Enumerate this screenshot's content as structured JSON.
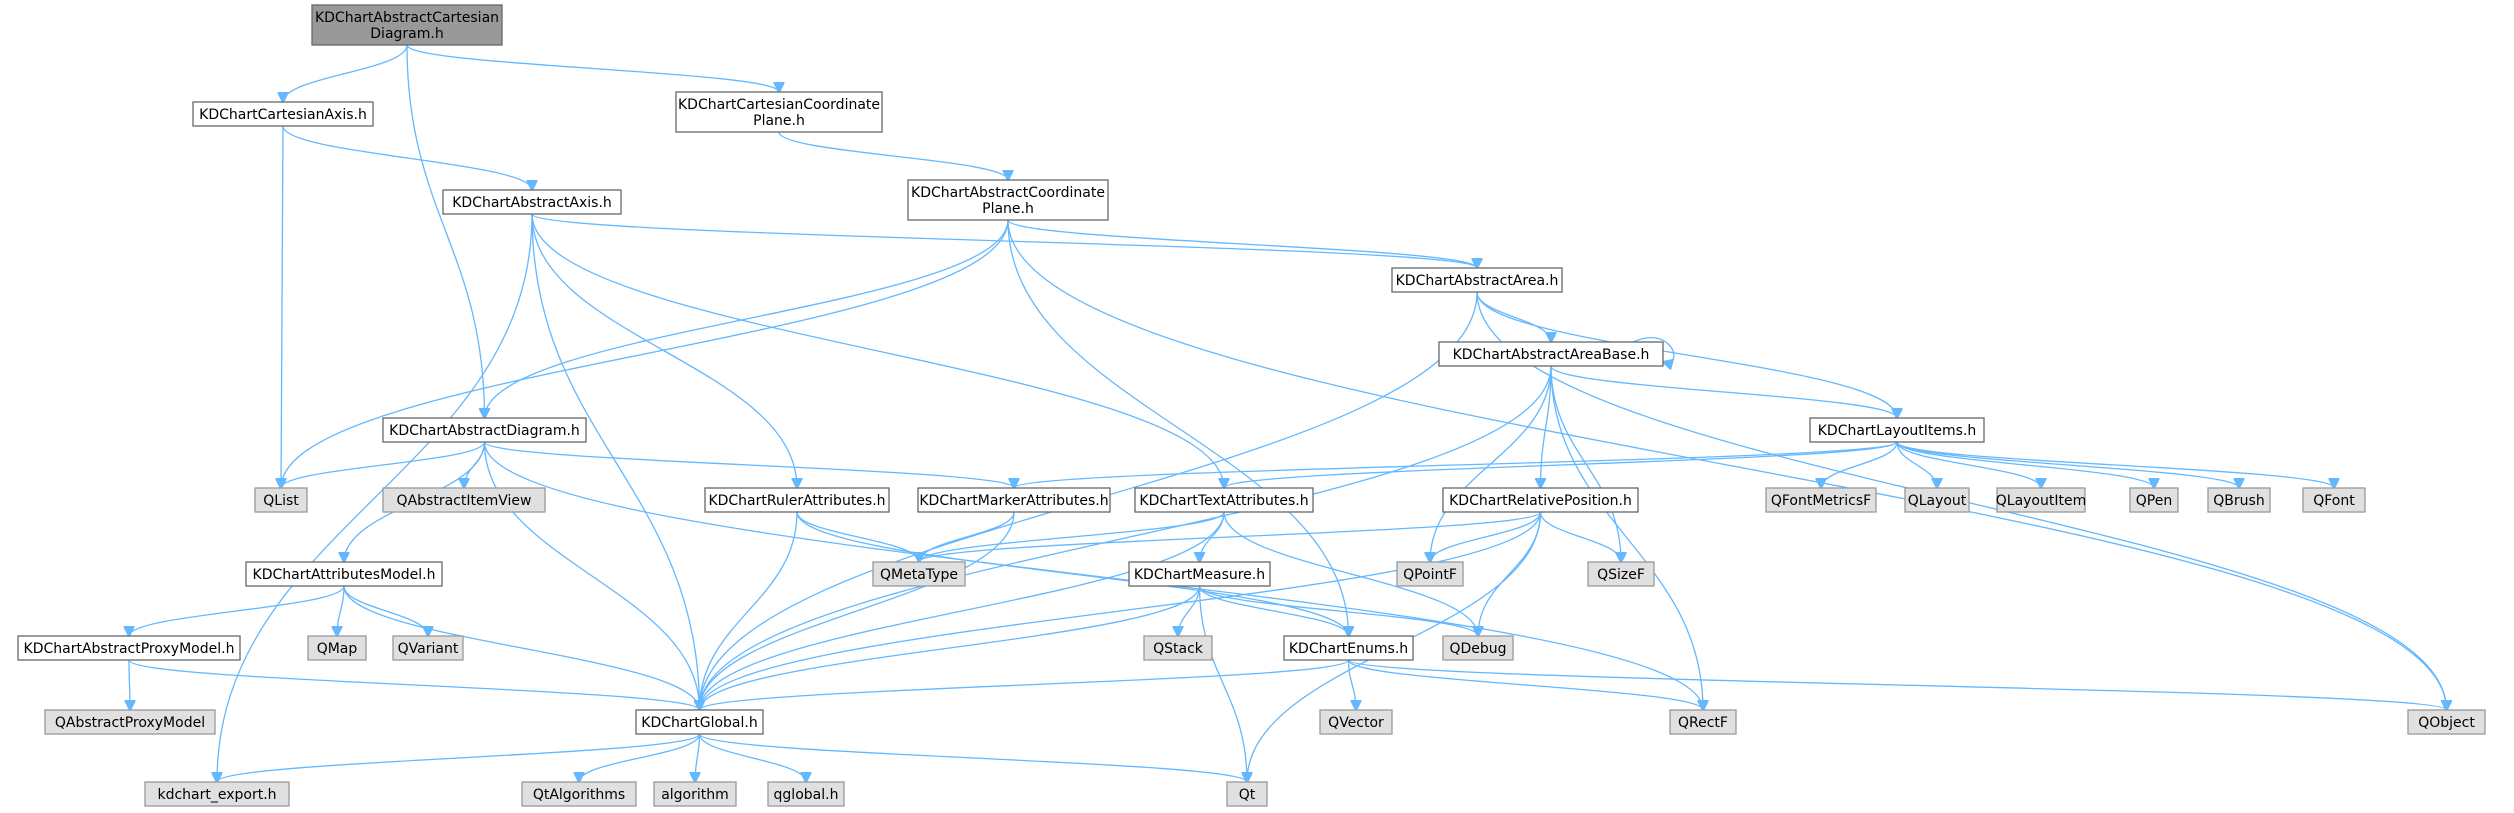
{
  "graph": {
    "root": "n0",
    "colors": {
      "root_fill": "#999999",
      "root_stroke": "#666666",
      "header_fill": "#ffffff",
      "header_stroke": "#666666",
      "external_fill": "#e0e0e0",
      "external_stroke": "#999999",
      "edge": "#63b8ff"
    },
    "nodes": [
      {
        "id": "n0",
        "kind": "root",
        "lines": [
          "KDChartAbstractCartesian",
          "Diagram.h"
        ]
      },
      {
        "id": "n1",
        "kind": "header",
        "lines": [
          "KDChartCartesianAxis.h"
        ]
      },
      {
        "id": "n2",
        "kind": "header",
        "lines": [
          "KDChartCartesianCoordinate",
          "Plane.h"
        ]
      },
      {
        "id": "n3",
        "kind": "header",
        "lines": [
          "KDChartAbstractAxis.h"
        ]
      },
      {
        "id": "n4",
        "kind": "header",
        "lines": [
          "KDChartAbstractCoordinate",
          "Plane.h"
        ]
      },
      {
        "id": "n5",
        "kind": "header",
        "lines": [
          "KDChartAbstractArea.h"
        ]
      },
      {
        "id": "n6",
        "kind": "header",
        "lines": [
          "KDChartAbstractAreaBase.h"
        ]
      },
      {
        "id": "n7",
        "kind": "header",
        "lines": [
          "KDChartAbstractDiagram.h"
        ]
      },
      {
        "id": "n8",
        "kind": "header",
        "lines": [
          "KDChartLayoutItems.h"
        ]
      },
      {
        "id": "n9",
        "kind": "external",
        "lines": [
          "QList"
        ]
      },
      {
        "id": "n10",
        "kind": "external",
        "lines": [
          "QAbstractItemView"
        ]
      },
      {
        "id": "n11",
        "kind": "header",
        "lines": [
          "KDChartRulerAttributes.h"
        ]
      },
      {
        "id": "n12",
        "kind": "header",
        "lines": [
          "KDChartMarkerAttributes.h"
        ]
      },
      {
        "id": "n13",
        "kind": "header",
        "lines": [
          "KDChartTextAttributes.h"
        ]
      },
      {
        "id": "n14",
        "kind": "header",
        "lines": [
          "KDChartRelativePosition.h"
        ]
      },
      {
        "id": "n15",
        "kind": "external",
        "lines": [
          "QFontMetricsF"
        ]
      },
      {
        "id": "n16",
        "kind": "external",
        "lines": [
          "QLayout"
        ]
      },
      {
        "id": "n17",
        "kind": "external",
        "lines": [
          "QLayoutItem"
        ]
      },
      {
        "id": "n18",
        "kind": "external",
        "lines": [
          "QPen"
        ]
      },
      {
        "id": "n19",
        "kind": "external",
        "lines": [
          "QBrush"
        ]
      },
      {
        "id": "n20",
        "kind": "external",
        "lines": [
          "QFont"
        ]
      },
      {
        "id": "n21",
        "kind": "header",
        "lines": [
          "KDChartAttributesModel.h"
        ]
      },
      {
        "id": "n22",
        "kind": "external",
        "lines": [
          "QMetaType"
        ]
      },
      {
        "id": "n23",
        "kind": "header",
        "lines": [
          "KDChartMeasure.h"
        ]
      },
      {
        "id": "n24",
        "kind": "external",
        "lines": [
          "QPointF"
        ]
      },
      {
        "id": "n25",
        "kind": "external",
        "lines": [
          "QSizeF"
        ]
      },
      {
        "id": "n26",
        "kind": "header",
        "lines": [
          "KDChartAbstractProxyModel.h"
        ]
      },
      {
        "id": "n27",
        "kind": "external",
        "lines": [
          "QMap"
        ]
      },
      {
        "id": "n28",
        "kind": "external",
        "lines": [
          "QVariant"
        ]
      },
      {
        "id": "n29",
        "kind": "external",
        "lines": [
          "QStack"
        ]
      },
      {
        "id": "n30",
        "kind": "header",
        "lines": [
          "KDChartEnums.h"
        ]
      },
      {
        "id": "n31",
        "kind": "external",
        "lines": [
          "QDebug"
        ]
      },
      {
        "id": "n32",
        "kind": "external",
        "lines": [
          "QAbstractProxyModel"
        ]
      },
      {
        "id": "n33",
        "kind": "header",
        "lines": [
          "KDChartGlobal.h"
        ]
      },
      {
        "id": "n34",
        "kind": "external",
        "lines": [
          "QVector"
        ]
      },
      {
        "id": "n35",
        "kind": "external",
        "lines": [
          "QRectF"
        ]
      },
      {
        "id": "n36",
        "kind": "external",
        "lines": [
          "QObject"
        ]
      },
      {
        "id": "n37",
        "kind": "external",
        "lines": [
          "kdchart_export.h"
        ]
      },
      {
        "id": "n38",
        "kind": "external",
        "lines": [
          "QtAlgorithms"
        ]
      },
      {
        "id": "n39",
        "kind": "external",
        "lines": [
          "algorithm"
        ]
      },
      {
        "id": "n40",
        "kind": "external",
        "lines": [
          "qglobal.h"
        ]
      },
      {
        "id": "n41",
        "kind": "external",
        "lines": [
          "Qt"
        ]
      }
    ],
    "edges": [
      [
        "n0",
        "n1"
      ],
      [
        "n0",
        "n2"
      ],
      [
        "n0",
        "n7"
      ],
      [
        "n1",
        "n3"
      ],
      [
        "n1",
        "n9"
      ],
      [
        "n2",
        "n4"
      ],
      [
        "n3",
        "n5"
      ],
      [
        "n3",
        "n11"
      ],
      [
        "n3",
        "n13"
      ],
      [
        "n3",
        "n33"
      ],
      [
        "n3",
        "n37"
      ],
      [
        "n4",
        "n5"
      ],
      [
        "n4",
        "n7"
      ],
      [
        "n4",
        "n9"
      ],
      [
        "n4",
        "n30"
      ],
      [
        "n4",
        "n36"
      ],
      [
        "n5",
        "n6"
      ],
      [
        "n5",
        "n8"
      ],
      [
        "n5",
        "n33"
      ],
      [
        "n5",
        "n36"
      ],
      [
        "n6",
        "n6"
      ],
      [
        "n6",
        "n8"
      ],
      [
        "n6",
        "n14"
      ],
      [
        "n6",
        "n24"
      ],
      [
        "n6",
        "n25"
      ],
      [
        "n6",
        "n35"
      ],
      [
        "n6",
        "n33"
      ],
      [
        "n7",
        "n9"
      ],
      [
        "n7",
        "n10"
      ],
      [
        "n7",
        "n12"
      ],
      [
        "n7",
        "n21"
      ],
      [
        "n7",
        "n33"
      ],
      [
        "n7",
        "n35"
      ],
      [
        "n8",
        "n12"
      ],
      [
        "n8",
        "n13"
      ],
      [
        "n8",
        "n15"
      ],
      [
        "n8",
        "n16"
      ],
      [
        "n8",
        "n17"
      ],
      [
        "n8",
        "n18"
      ],
      [
        "n8",
        "n19"
      ],
      [
        "n8",
        "n20"
      ],
      [
        "n11",
        "n22"
      ],
      [
        "n11",
        "n30"
      ],
      [
        "n11",
        "n33"
      ],
      [
        "n12",
        "n22"
      ],
      [
        "n12",
        "n33"
      ],
      [
        "n13",
        "n22"
      ],
      [
        "n13",
        "n23"
      ],
      [
        "n13",
        "n31"
      ],
      [
        "n13",
        "n33"
      ],
      [
        "n14",
        "n22"
      ],
      [
        "n14",
        "n24"
      ],
      [
        "n14",
        "n25"
      ],
      [
        "n14",
        "n31"
      ],
      [
        "n14",
        "n33"
      ],
      [
        "n14",
        "n41"
      ],
      [
        "n21",
        "n26"
      ],
      [
        "n21",
        "n27"
      ],
      [
        "n21",
        "n28"
      ],
      [
        "n21",
        "n33"
      ],
      [
        "n23",
        "n29"
      ],
      [
        "n23",
        "n30"
      ],
      [
        "n23",
        "n31"
      ],
      [
        "n23",
        "n33"
      ],
      [
        "n23",
        "n41"
      ],
      [
        "n26",
        "n32"
      ],
      [
        "n26",
        "n33"
      ],
      [
        "n30",
        "n33"
      ],
      [
        "n30",
        "n34"
      ],
      [
        "n30",
        "n35"
      ],
      [
        "n30",
        "n36"
      ],
      [
        "n33",
        "n37"
      ],
      [
        "n33",
        "n38"
      ],
      [
        "n33",
        "n39"
      ],
      [
        "n33",
        "n40"
      ],
      [
        "n33",
        "n41"
      ]
    ]
  }
}
